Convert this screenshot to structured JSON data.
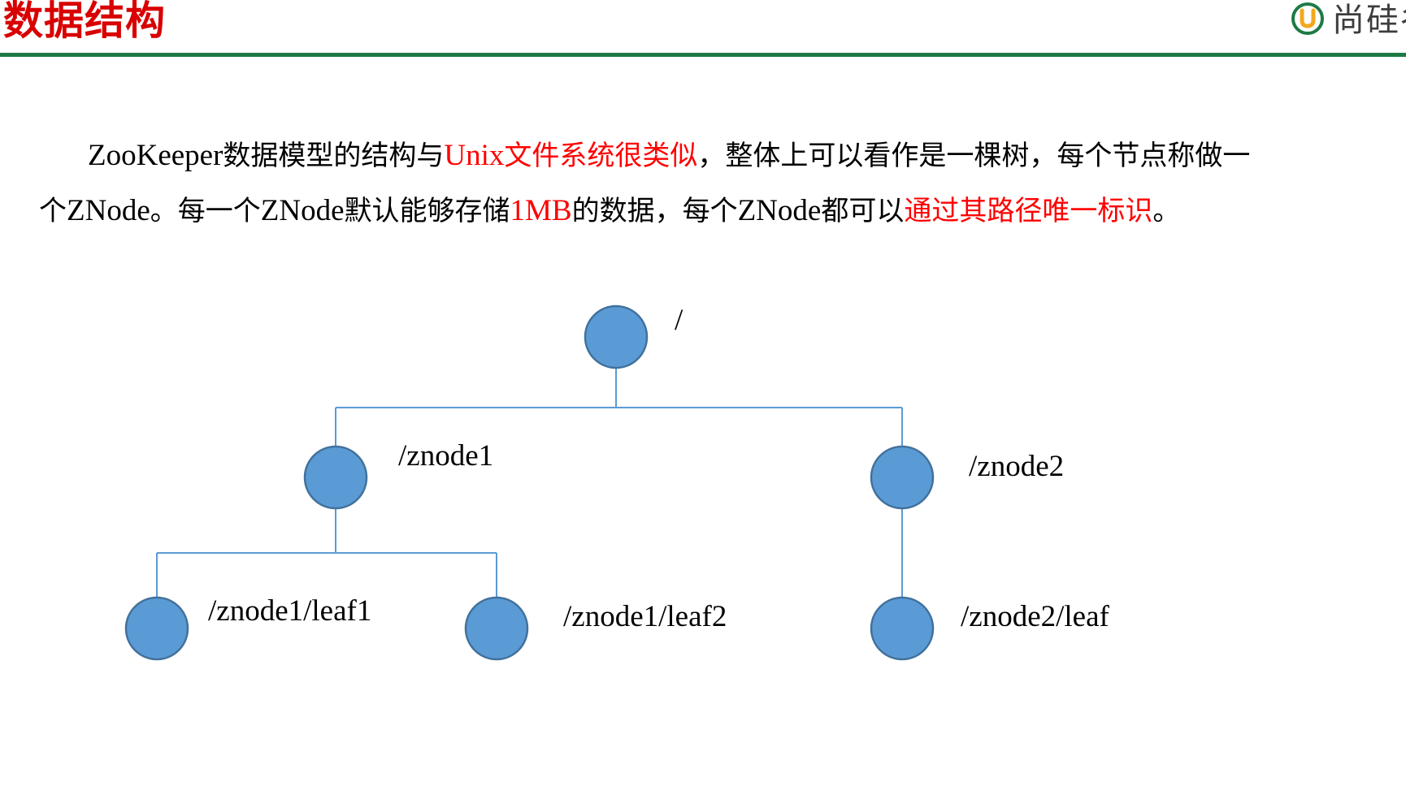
{
  "header": {
    "title": "数据结构",
    "logo_text": "尚硅谷"
  },
  "intro": {
    "seg1": "ZooKeeper",
    "seg2": "数据模型的结构与",
    "seg3": "Unix",
    "seg4": "文件系统很类似",
    "seg5": "，整体上可以看作是一棵树，每个节点称做一",
    "seg6": "个",
    "seg7": "ZNode",
    "seg8": "。每一个",
    "seg9": "ZNode",
    "seg10": "默认能够存储",
    "seg11": "1MB",
    "seg12": "的数据，每个",
    "seg13": "ZNode",
    "seg14": "都可以",
    "seg15": "通过其路径唯一标识",
    "seg16": "。"
  },
  "tree": {
    "nodes": [
      {
        "id": "root",
        "label": "/"
      },
      {
        "id": "znode1",
        "label": "/znode1"
      },
      {
        "id": "znode2",
        "label": "/znode2"
      },
      {
        "id": "leaf1",
        "label": "/znode1/leaf1"
      },
      {
        "id": "leaf2",
        "label": "/znode1/leaf2"
      },
      {
        "id": "leaf3",
        "label": "/znode2/leaf"
      }
    ],
    "edges": [
      [
        "root",
        "znode1"
      ],
      [
        "root",
        "znode2"
      ],
      [
        "znode1",
        "leaf1"
      ],
      [
        "znode1",
        "leaf2"
      ],
      [
        "znode2",
        "leaf3"
      ]
    ]
  },
  "colors": {
    "title": "#d80000",
    "accent": "#ff0000",
    "rule": "#1d7a45",
    "node_fill": "#5b9bd5",
    "node_stroke": "#41719c",
    "edge": "#5b9bd5"
  }
}
